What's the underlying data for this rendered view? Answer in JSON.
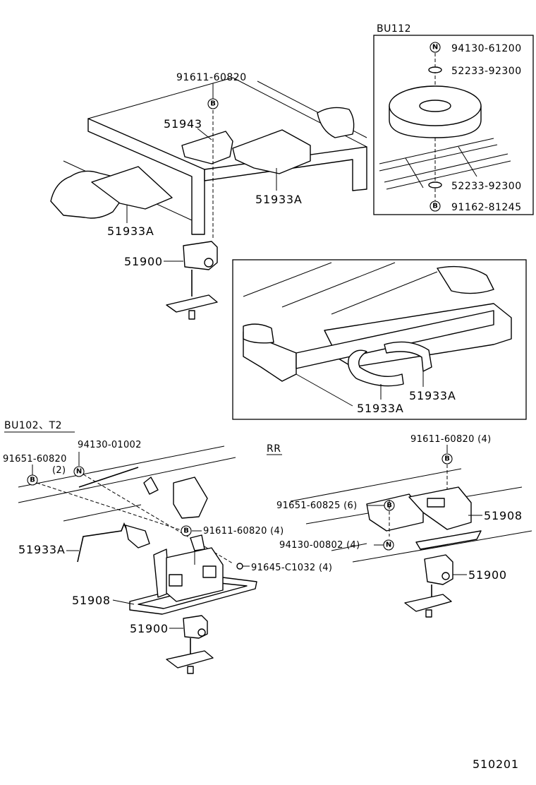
{
  "labels": {
    "bu112": "BU112",
    "p94130_61200": "94130-61200",
    "p52233_92300_top": "52233-92300",
    "p52233_92300_bot": "52233-92300",
    "p91162_81245": "91162-81245",
    "p91611_60820_top": "91611-60820",
    "p51943": "51943",
    "p51933a_right": "51933A",
    "p51933a_left": "51933A",
    "p51900_top": "51900",
    "p51933a_inset_a": "51933A",
    "p51933a_inset_b": "51933A",
    "bu102_t2": "BU102、T2",
    "p94130_01002": "94130-01002",
    "p91651_60820": "91651-60820",
    "qty_2": "(2)",
    "p51933a_low": "51933A",
    "p91611_60820_4_low": "91611-60820 (4)",
    "p91645_c1032": "91645-C1032 (4)",
    "p51908_left": "51908",
    "p51900_left": "51900",
    "rr": "RR",
    "p91611_60820_4_right": "91611-60820 (4)",
    "p91651_60825": "91651-60825 (6)",
    "p51908_right": "51908",
    "p94130_00802": "94130-00802 (4)",
    "p51900_right": "51900",
    "diagram_no": "510201"
  },
  "symbols": {
    "n": "N",
    "b": "B"
  }
}
